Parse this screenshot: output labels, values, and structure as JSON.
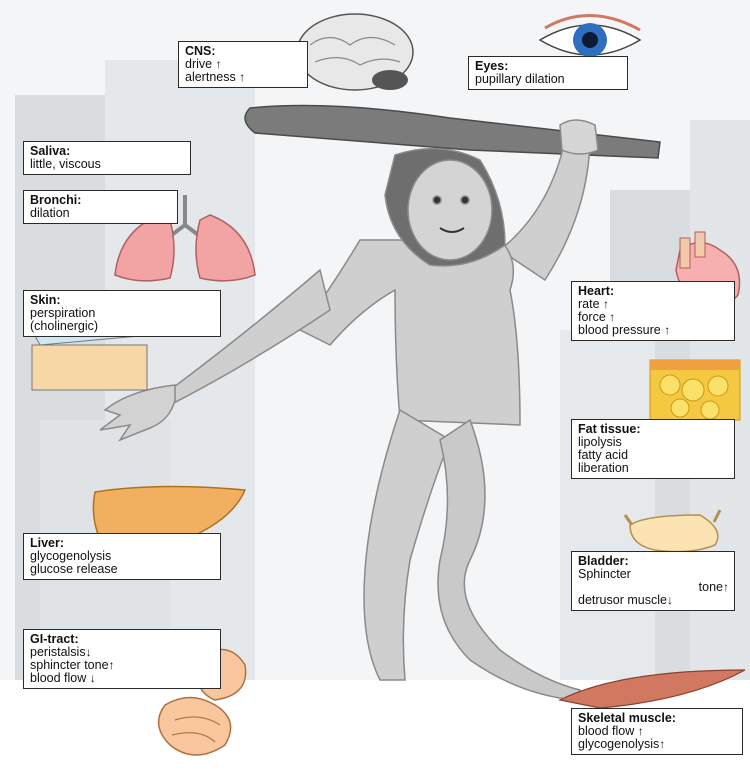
{
  "labels": {
    "cns": {
      "title": "CNS:",
      "l1": "drive",
      "l1_arrow": "↑",
      "l2": "alertness",
      "l2_arrow": "↑"
    },
    "eyes": {
      "title": "Eyes:",
      "l1": "pupillary dilation"
    },
    "saliva": {
      "title": "Saliva:",
      "l1": "little, viscous"
    },
    "bronchi": {
      "title": "Bronchi:",
      "l1": "dilation"
    },
    "skin": {
      "title": "Skin:",
      "l1": "perspiration",
      "l2": "(cholinergic)"
    },
    "heart": {
      "title": "Heart:",
      "l1": "rate",
      "l1_arrow": "↑",
      "l2": "force",
      "l2_arrow": "↑",
      "l3": "blood pressure",
      "l3_arrow": "↑"
    },
    "fat": {
      "title": "Fat tissue:",
      "l1": "lipolysis",
      "l2": "fatty acid",
      "l3": "liberation"
    },
    "liver": {
      "title": "Liver:",
      "l1": "glycogenolysis",
      "l2": "glucose release"
    },
    "bladder": {
      "title": "Bladder:",
      "l1": "Sphincter",
      "l2": "tone",
      "l2_arrow": "↑",
      "l3": "detrusor muscle",
      "l3_arrow": "↓"
    },
    "gi": {
      "title": "GI-tract:",
      "l1": "peristalsis",
      "l1_arrow": "↓",
      "l2": "sphincter tone",
      "l2_arrow": "↑",
      "l3": "blood flow",
      "l3_arrow": "↓"
    },
    "skeletal": {
      "title": "Skeletal muscle:",
      "l1": "blood flow",
      "l1_arrow": "↑",
      "l2": "glycogenolysis",
      "l2_arrow": "↑"
    }
  },
  "colors": {
    "background": "#f3f5f7",
    "buildings": "#d9dde0",
    "figure": "#cfcfcf",
    "hair": "#6e6e6e",
    "club": "#7b7b7b",
    "organ_pink": "#f2a3a3",
    "organ_orange": "#f0b060",
    "eye_blue": "#2f6fc0",
    "fat_yellow": "#f5c842",
    "skin_tan": "#f7d7a6",
    "stomach": "#f8c79e",
    "muscle": "#d07860",
    "bladder": "#fbe3b4"
  }
}
